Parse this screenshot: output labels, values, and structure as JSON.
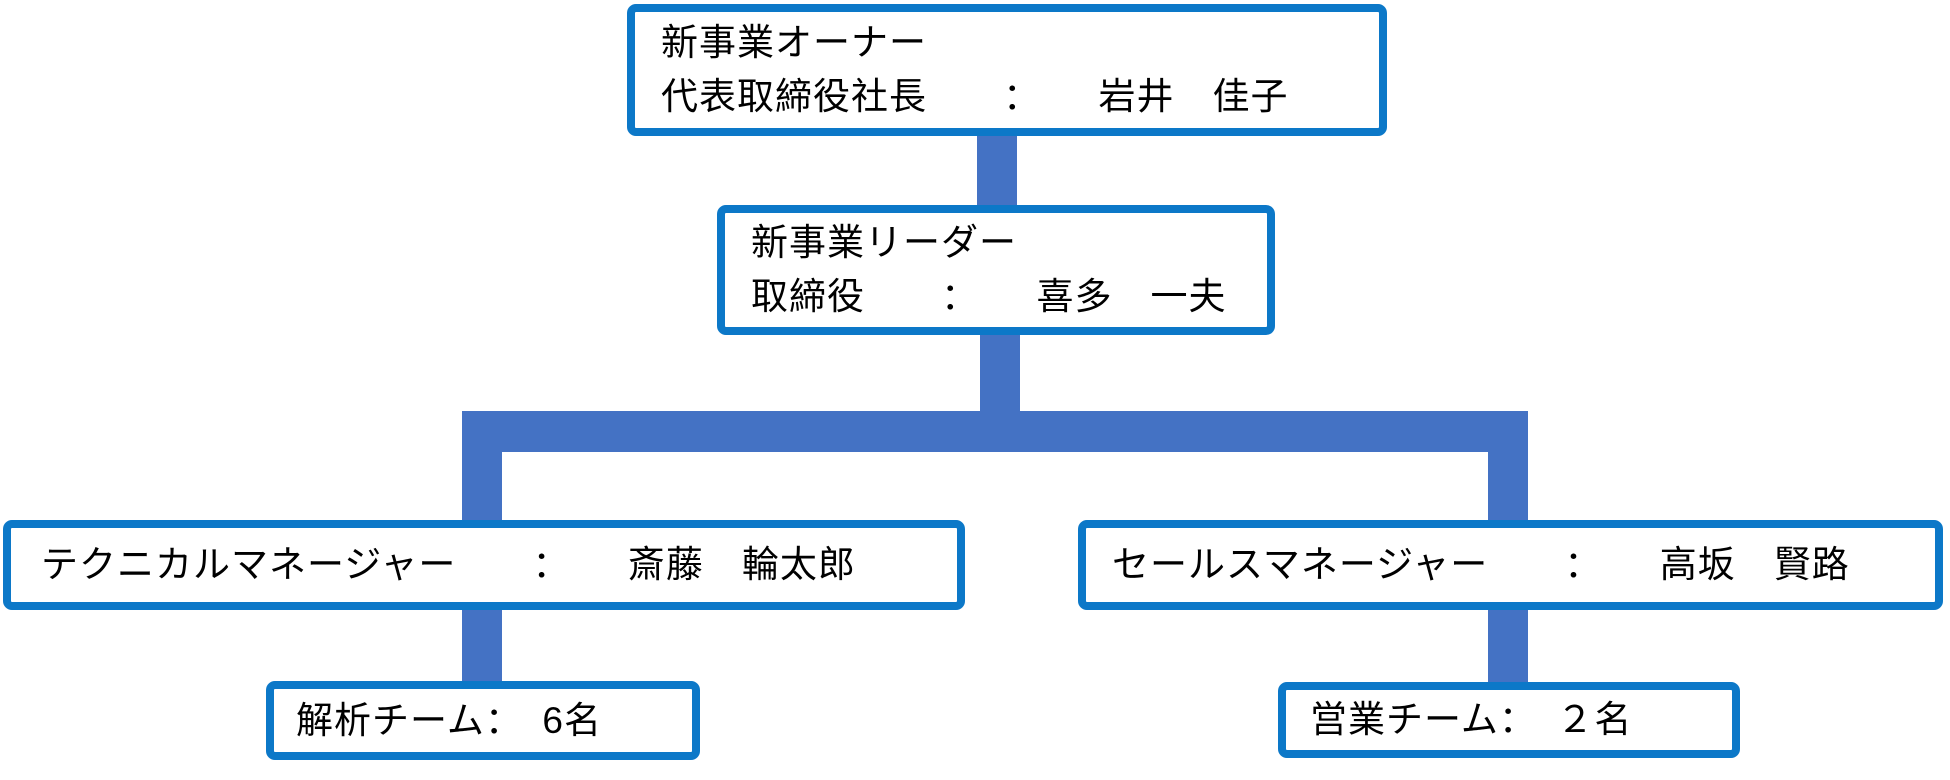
{
  "diagram": {
    "type": "org-chart",
    "background": "#ffffff",
    "colors": {
      "box_border": "#0c78c8",
      "box_fill": "#ffffff",
      "connector": "#4472c4",
      "text": "#000000"
    },
    "nodes": {
      "owner": {
        "line1": "新事業オーナー",
        "line2": "代表取締役社長　　：　　岩井　佳子"
      },
      "leader": {
        "line1": "新事業リーダー",
        "line2": "取締役　　：　　喜多　一夫"
      },
      "technical_manager": {
        "line1": "テクニカルマネージャー　　：　　斎藤　輪太郎"
      },
      "sales_manager": {
        "line1": "セールスマネージャー　　：　　高坂　賢路"
      },
      "analysis_team": {
        "line1": "解析チーム：　6名"
      },
      "sales_team": {
        "line1": "営業チーム：　２名"
      }
    }
  }
}
